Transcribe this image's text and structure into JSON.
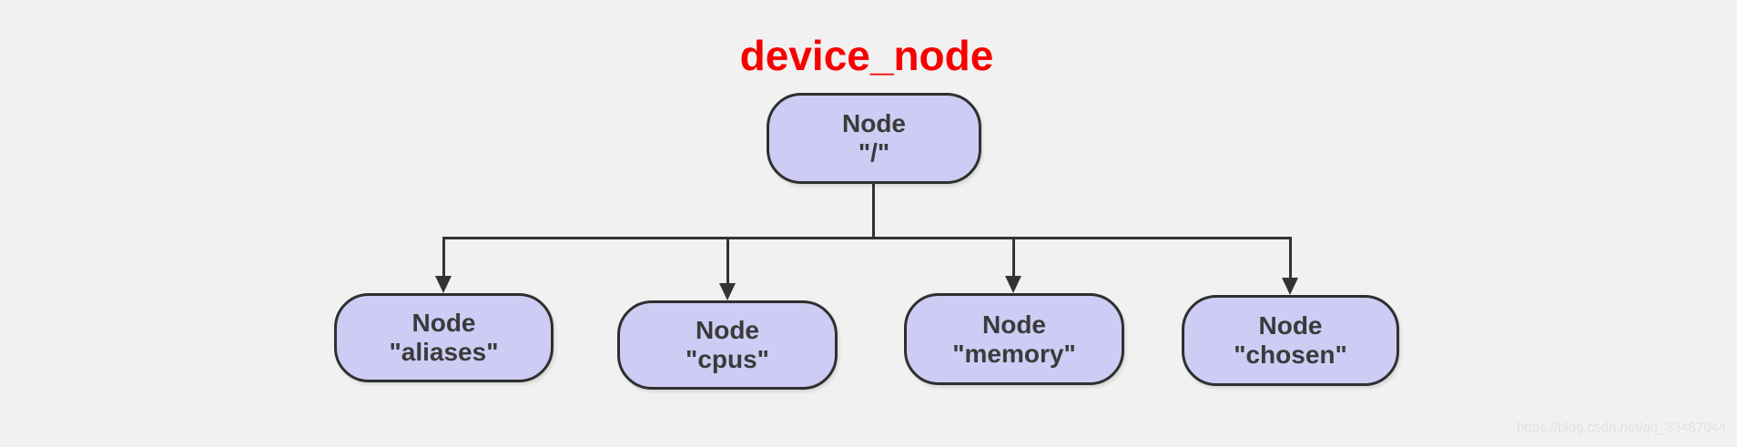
{
  "page": {
    "background_color": "#f1f1f1"
  },
  "diagram": {
    "title": {
      "text": "device_node",
      "color": "#f70000"
    },
    "style": {
      "node_fill": "#cdccf4",
      "node_border_color": "#2f2f2f",
      "node_text_color": "#3a3a3a",
      "connector_color": "#333333"
    },
    "root": {
      "line1": "Node",
      "line2": "\"/\""
    },
    "children": [
      {
        "id": "aliases",
        "line1": "Node",
        "line2": "\"aliases\""
      },
      {
        "id": "cpus",
        "line1": "Node",
        "line2": "\"cpus\""
      },
      {
        "id": "memory",
        "line1": "Node",
        "line2": "\"memory\""
      },
      {
        "id": "chosen",
        "line1": "Node",
        "line2": "\"chosen\""
      }
    ]
  },
  "watermark": {
    "text": "https://blog.csdn.net/qq_33487044"
  }
}
